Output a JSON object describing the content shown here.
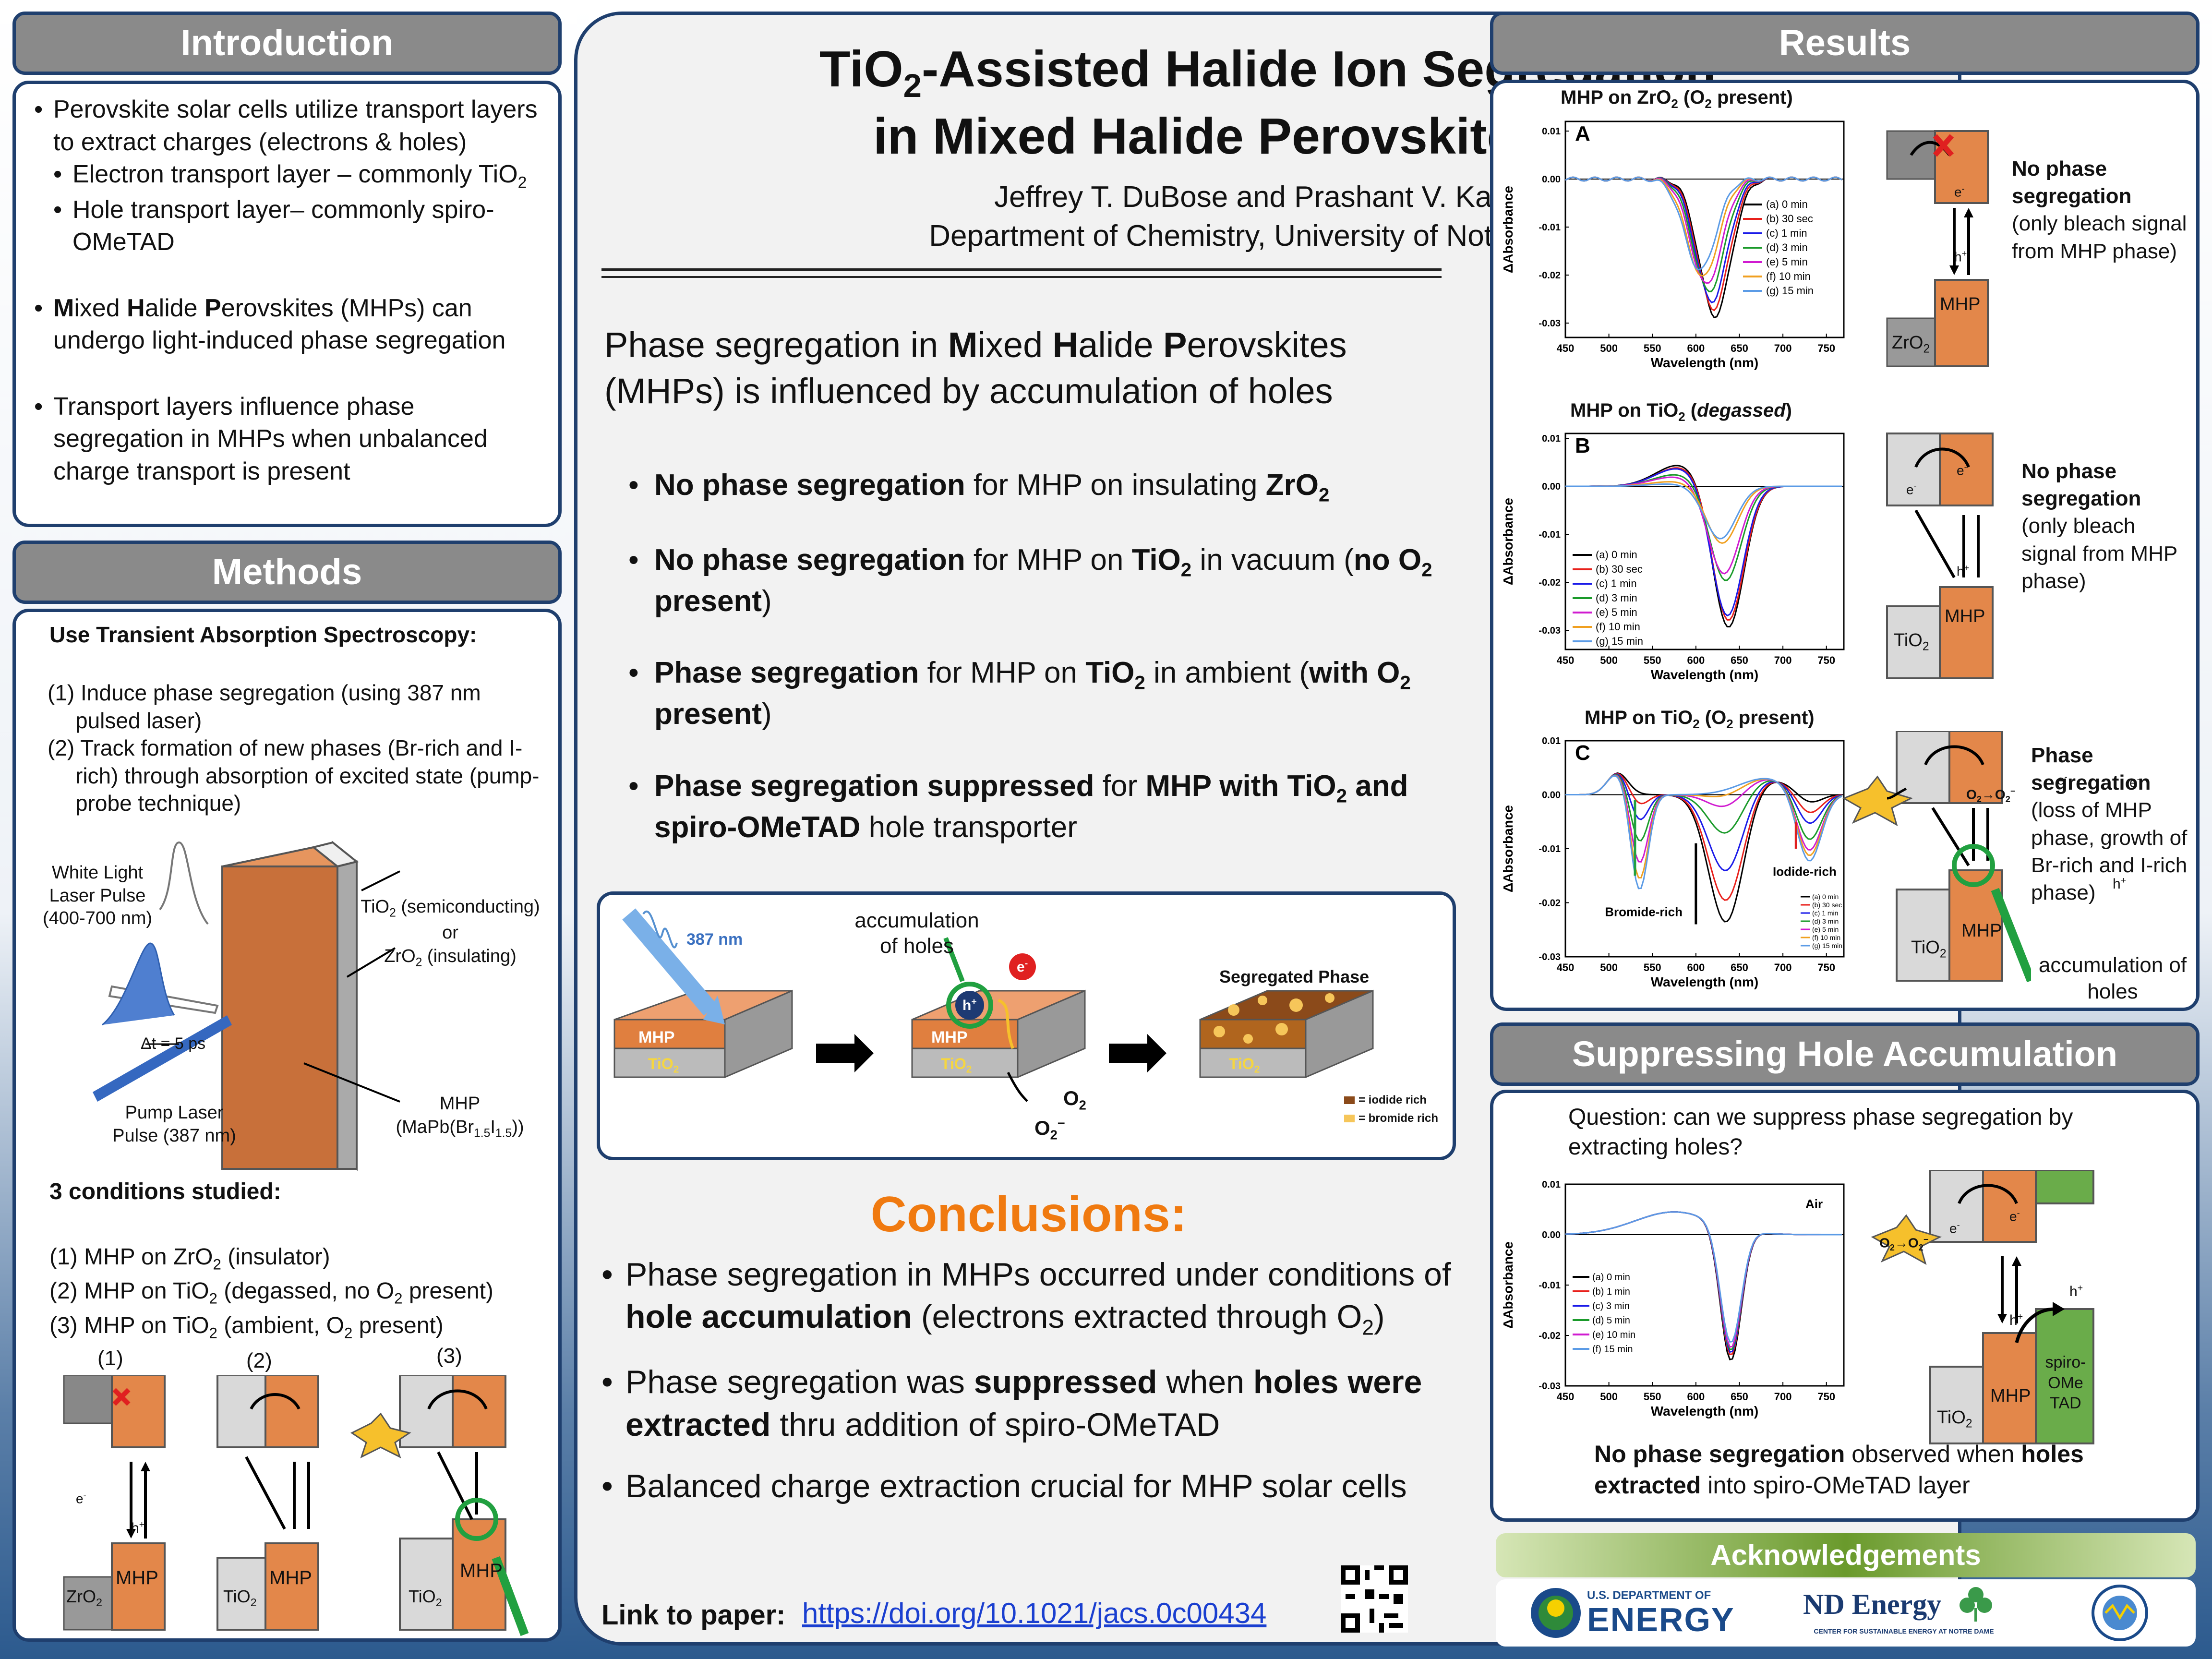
{
  "title": {
    "line1_a": "TiO",
    "line1_sub": "2",
    "line1_b": "-Assisted Halide Ion Segregation",
    "line2": "in Mixed Halide Perovskite Films",
    "authors": "Jeffrey T. DuBose and Prashant V. Kamat",
    "affiliation": "Department of Chemistry, University of Notre Dame"
  },
  "introduction": {
    "header": "Introduction",
    "b1": "Perovskite solar cells utilize transport layers to extract charges (electrons & holes)",
    "b1a": "Electron transport layer – commonly TiO",
    "b1a_sub": "2",
    "b1b": "Hole transport layer– commonly spiro-OMeTAD",
    "b2_m": "M",
    "b2_1": "ixed ",
    "b2_h": "H",
    "b2_2": "alide ",
    "b2_p": "P",
    "b2_3": "erovskites (MHPs) can undergo light-induced phase segregation",
    "b3": "Transport layers influence phase segregation in MHPs when unbalanced charge transport is present"
  },
  "methods": {
    "header": "Methods",
    "heading": "Use Transient Absorption Spectroscopy:",
    "step1": "(1) Induce phase segregation (using 387 nm pulsed laser)",
    "step2": "(2) Track formation of new phases (Br-rich and I-rich) through absorption of excited state (pump-probe technique)",
    "white_light": "White Light Laser Pulse (400-700 nm)",
    "delta_t": "Δt = 5 ps",
    "pump": "Pump Laser Pulse (387 nm)",
    "tio2_label": "TiO",
    "tio2_label_b": " (semiconducting)",
    "or": "or",
    "zro2_label": "ZrO",
    "zro2_label_b": " (insulating)",
    "mhp_label": "MHP",
    "mhp_formula": "(MaPb(Br",
    "mhp_f1": "1.5",
    "mhp_f2": "I",
    "mhp_f3": "1.5",
    "mhp_f4": "))",
    "cond_heading": "3 conditions studied:",
    "c1": "(1) MHP on ZrO",
    "c1b": " (insulator)",
    "c2": "(2) MHP on TiO",
    "c2b": " (degassed, no O",
    "c2c": " present)",
    "c3": "(3) MHP on TiO",
    "c3b": " (ambient, O",
    "c3c": " present)",
    "d1": "(1)",
    "d2": "(2)",
    "d3": "(3)"
  },
  "center": {
    "claim_1": "Phase segregation in ",
    "claim_m": "M",
    "claim_2": "ixed ",
    "claim_h": "H",
    "claim_3": "alide ",
    "claim_p": "P",
    "claim_4": "erovskites (MHPs) is influenced by accumulation of holes",
    "p1_bold": "No phase segregation",
    "p1_rest": " for MHP on insulating ",
    "p1_end": "ZrO",
    "p2_bold": "No phase segregation",
    "p2_rest": " for MHP on ",
    "p2_tio": "TiO",
    "p2_rest2": " in vacuum (",
    "p2_no": "no O",
    "p2_present": " present",
    "p2_close": ")",
    "p3_bold": "Phase segregation",
    "p3_rest": " for MHP on ",
    "p3_tio": "TiO",
    "p3_rest2": " in ambient (",
    "p3_with": "with O",
    "p3_present": " present",
    "p3_close": ")",
    "p4_bold": "Phase segregation suppressed",
    "p4_rest": " for ",
    "p4_mhp": "MHP with TiO",
    "p4_and": " and spiro-OMeTAD",
    "p4_end": " hole transporter",
    "scheme_387": "387 nm",
    "scheme_accum": "accumulation of holes",
    "scheme_seg": "Segregated Phase",
    "scheme_iodide": "= iodide rich",
    "scheme_bromide": "= bromide rich",
    "mhp": "MHP",
    "tio2": "TiO",
    "o2": "O",
    "sub2": "2"
  },
  "conclusions": {
    "header": "Conclusions:",
    "c1a": "Phase segregation in MHPs occurred under conditions of ",
    "c1b": "hole accumulation",
    "c1c": " (electrons extracted through O",
    "c1d": ")",
    "c2a": "Phase segregation was ",
    "c2b": "suppressed",
    "c2c": " when ",
    "c2d": "holes were extracted",
    "c2e": " thru addition of spiro-OMeTAD",
    "c3": "Balanced charge extraction crucial for MHP solar cells",
    "link_label": "Link to paper:",
    "link": "https://doi.org/10.1021/jacs.0c00434"
  },
  "results": {
    "header": "Results",
    "a_title_1": "MHP on ZrO",
    "a_title_2": " (O",
    "a_title_3": " present)",
    "b_title_1": "MHP on TiO",
    "b_title_2": " (",
    "b_title_3": "degassed",
    "b_title_4": ")",
    "c_title_1": "MHP on TiO",
    "c_title_2": " (O",
    "c_title_3": " present)",
    "a_letter": "A",
    "b_letter": "B",
    "c_letter": "C",
    "ylabel": "ΔAbsorbance",
    "xlabel": "Wavelength (nm)",
    "legend7": [
      "(a) 0 min",
      "(b) 30 sec",
      "(c) 1 min",
      "(d) 3 min",
      "(e) 5 min",
      "(f) 10 min",
      "(g) 15 min"
    ],
    "a_note_1": "No phase segregation",
    "a_note_2": "(only bleach signal from MHP phase)",
    "b_note_1": "No phase segregation",
    "b_note_2": "(only bleach signal from MHP phase)",
    "c_note_1": "Phase segregation",
    "c_note_2": "(loss of MHP phase, growth of Br-rich and I-rich phase)",
    "c_accum": "accumulation of holes",
    "bromide_rich": "Bromide-rich",
    "iodide_rich": "Iodide-rich",
    "zro2": "ZrO",
    "tio2": "TiO",
    "mhp": "MHP"
  },
  "suppress": {
    "header": "Suppressing Hole Accumulation",
    "question": "Question: can we suppress phase segregation by extracting holes?",
    "air": "Air",
    "legend6": [
      "(a) 0 min",
      "(b) 1 min",
      "(c) 3 min",
      "(d) 5 min",
      "(e) 10 min",
      "(f) 15 min"
    ],
    "spiro": "spiro-OMe TAD",
    "result_bold1": "No phase segregation",
    "result_rest1": " observed when ",
    "result_bold2": "holes extracted",
    "result_rest2": " into spiro-OMeTAD layer"
  },
  "ack": {
    "header": "Acknowledgements",
    "doe_1": "U.S. DEPARTMENT OF",
    "doe_2": "ENERGY",
    "nd_1": "ND Energy",
    "nd_2": "CENTER FOR SUSTAINABLE ENERGY AT NOTRE DAME"
  },
  "chart_data": [
    {
      "type": "line",
      "title": "MHP on ZrO2 (O2 present)",
      "xlabel": "Wavelength (nm)",
      "ylabel": "ΔAbsorbance",
      "xlim": [
        450,
        770
      ],
      "ylim": [
        -0.033,
        0.012
      ],
      "x_ticks": [
        450,
        500,
        550,
        600,
        650,
        700,
        750
      ],
      "y_ticks": [
        0.01,
        0.0,
        -0.01,
        -0.02,
        -0.03
      ],
      "series": [
        {
          "name": "(a) 0 min",
          "color": "#000000",
          "min_x": 622,
          "min_y": -0.0285,
          "shoulder": 0
        },
        {
          "name": "(b) 30 sec",
          "color": "#e8201b",
          "min_x": 620,
          "min_y": -0.027,
          "shoulder": 0
        },
        {
          "name": "(c) 1 min",
          "color": "#1a1ae8",
          "min_x": 618,
          "min_y": -0.0255,
          "shoulder": 0
        },
        {
          "name": "(d) 3 min",
          "color": "#1a9a2a",
          "min_x": 615,
          "min_y": -0.0235,
          "shoulder": 0
        },
        {
          "name": "(e) 5 min",
          "color": "#d01bd0",
          "min_x": 612,
          "min_y": -0.022,
          "shoulder": 0
        },
        {
          "name": "(f) 10 min",
          "color": "#f0a020",
          "min_x": 608,
          "min_y": -0.0205,
          "shoulder": 0
        },
        {
          "name": "(g) 15 min",
          "color": "#5b9be6",
          "min_x": 605,
          "min_y": -0.019,
          "shoulder": 0
        }
      ]
    },
    {
      "type": "line",
      "title": "MHP on TiO2 (degassed)",
      "xlabel": "Wavelength (nm)",
      "ylabel": "ΔAbsorbance",
      "xlim": [
        450,
        770
      ],
      "ylim": [
        -0.034,
        0.011
      ],
      "x_ticks": [
        450,
        500,
        550,
        600,
        650,
        700,
        750
      ],
      "y_ticks": [
        0.01,
        0.0,
        -0.01,
        -0.02,
        -0.03
      ],
      "series": [
        {
          "name": "(a) 0 min",
          "color": "#000000",
          "min_x": 637,
          "min_y": -0.03,
          "shoulder": 0.0045
        },
        {
          "name": "(b) 30 sec",
          "color": "#e8201b",
          "min_x": 637,
          "min_y": -0.0285,
          "shoulder": 0.004
        },
        {
          "name": "(c) 1 min",
          "color": "#1a1ae8",
          "min_x": 636,
          "min_y": -0.0275,
          "shoulder": 0.0038
        },
        {
          "name": "(d) 3 min",
          "color": "#1a9a2a",
          "min_x": 634,
          "min_y": -0.02,
          "shoulder": 0.0025
        },
        {
          "name": "(e) 5 min",
          "color": "#d01bd0",
          "min_x": 632,
          "min_y": -0.0185,
          "shoulder": 0.002
        },
        {
          "name": "(f) 10 min",
          "color": "#f0a020",
          "min_x": 630,
          "min_y": -0.012,
          "shoulder": 0.001
        },
        {
          "name": "(g) 15 min",
          "color": "#5b9be6",
          "min_x": 628,
          "min_y": -0.011,
          "shoulder": 0.0005
        }
      ]
    },
    {
      "type": "line",
      "title": "MHP on TiO2 (O2 present)",
      "xlabel": "Wavelength (nm)",
      "ylabel": "ΔAbsorbance",
      "xlim": [
        450,
        770
      ],
      "ylim": [
        -0.03,
        0.01
      ],
      "x_ticks": [
        450,
        500,
        550,
        600,
        650,
        700,
        750
      ],
      "y_ticks": [
        0.01,
        0.0,
        -0.01,
        -0.02,
        -0.03
      ],
      "series": [
        {
          "name": "(a) 0 min",
          "color": "#000000",
          "main": -0.0245,
          "br": 0.0,
          "i": -0.002
        },
        {
          "name": "(b) 30 sec",
          "color": "#e8201b",
          "main": -0.0205,
          "br": -0.002,
          "i": -0.004
        },
        {
          "name": "(c) 1 min",
          "color": "#1a1ae8",
          "main": -0.015,
          "br": -0.005,
          "i": -0.006
        },
        {
          "name": "(d) 3 min",
          "color": "#1a9a2a",
          "main": -0.008,
          "br": -0.009,
          "i": -0.009
        },
        {
          "name": "(e) 5 min",
          "color": "#d01bd0",
          "main": -0.003,
          "br": -0.013,
          "i": -0.011
        },
        {
          "name": "(f) 10 min",
          "color": "#f0a020",
          "main": -0.001,
          "br": -0.016,
          "i": -0.012
        },
        {
          "name": "(g) 15 min",
          "color": "#5b9be6",
          "main": 0.0,
          "br": -0.018,
          "i": -0.013
        }
      ]
    },
    {
      "type": "line",
      "title": "",
      "xlabel": "Wavelength (nm)",
      "ylabel": "ΔAbsorbance",
      "xlim": [
        450,
        770
      ],
      "ylim": [
        -0.03,
        0.01
      ],
      "x_ticks": [
        450,
        500,
        550,
        600,
        650,
        700,
        750
      ],
      "y_ticks": [
        0.01,
        0.0,
        -0.01,
        -0.02,
        -0.03
      ],
      "series": [
        {
          "name": "(a) 0 min",
          "color": "#000000",
          "min_x": 640,
          "min_y": -0.0265
        },
        {
          "name": "(b) 1 min",
          "color": "#e8201b",
          "min_x": 640,
          "min_y": -0.0255
        },
        {
          "name": "(c) 3 min",
          "color": "#1a1ae8",
          "min_x": 640,
          "min_y": -0.025
        },
        {
          "name": "(d) 5 min",
          "color": "#1a9a2a",
          "min_x": 640,
          "min_y": -0.0245
        },
        {
          "name": "(e) 10 min",
          "color": "#d01bd0",
          "min_x": 640,
          "min_y": -0.024
        },
        {
          "name": "(f) 15 min",
          "color": "#5b9be6",
          "min_x": 640,
          "min_y": -0.023
        }
      ]
    }
  ]
}
